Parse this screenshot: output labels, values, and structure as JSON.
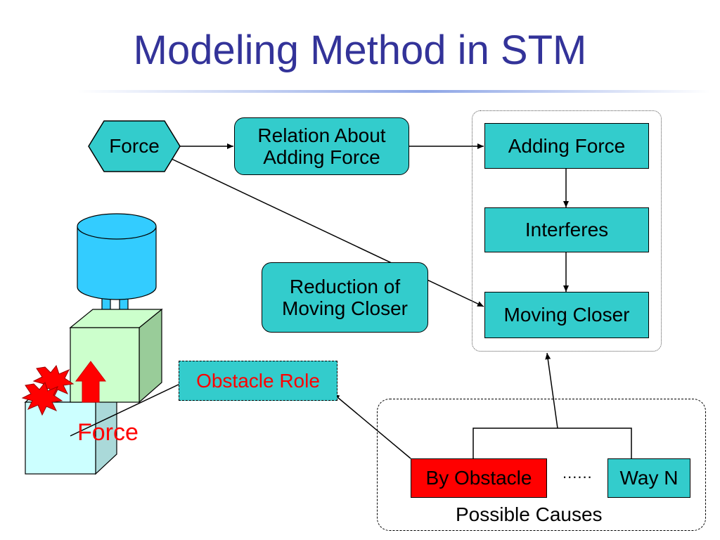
{
  "title": "Modeling Method in STM",
  "nodes": {
    "force": "Force",
    "relation": "Relation About Adding Force",
    "adding_force": "Adding Force",
    "interferes": "Interferes",
    "moving_closer": "Moving Closer",
    "reduction": "Reduction of Moving Closer",
    "obstacle_role": "Obstacle Role",
    "by_obstacle": "By Obstacle",
    "ellipsis": "......",
    "way_n": "Way N"
  },
  "groups": {
    "possible_causes": "Possible Causes"
  },
  "illustration": {
    "force_label": "Force"
  },
  "colors": {
    "title": "#333399",
    "node_fill": "#33cccc",
    "obstacle_fill": "#ff0000",
    "tank": "#33ccff",
    "upper_block": "#ccffcc",
    "lower_block": "#ccffff",
    "arrow": "#ff0000"
  }
}
